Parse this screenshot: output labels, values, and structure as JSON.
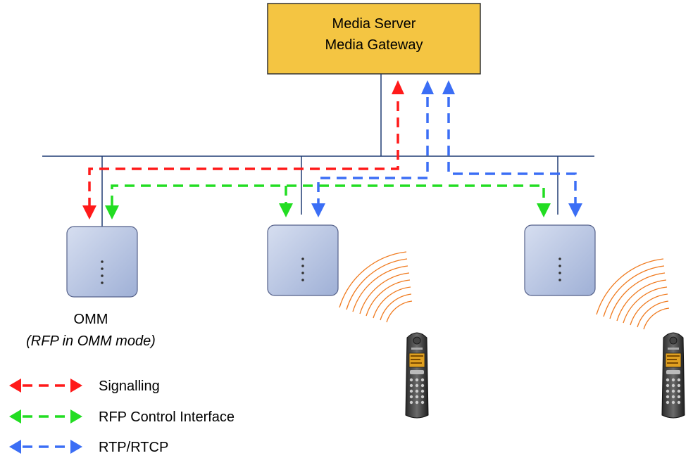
{
  "server": {
    "line1": "Media Server",
    "line2": "Media Gateway"
  },
  "omm": {
    "label": "OMM",
    "sublabel": "(RFP in OMM mode)"
  },
  "legend": [
    {
      "label": "Signalling",
      "color": "#ff1a1a"
    },
    {
      "label": "RFP Control Interface",
      "color": "#22dd22"
    },
    {
      "label": "RTP/RTCP",
      "color": "#3b6ef5"
    }
  ],
  "colors": {
    "server_fill": "#f4c542",
    "network_line": "#1f3b73",
    "rfp_fill": "#b7c3e0",
    "signalling": "#ff1a1a",
    "rfp_control": "#22dd22",
    "rtp": "#3b6ef5",
    "radio_waves": "#f07a1e"
  },
  "icons": {
    "base_station": "rfp-icon",
    "handset": "phone-icon",
    "radio": "radio-waves-icon"
  }
}
